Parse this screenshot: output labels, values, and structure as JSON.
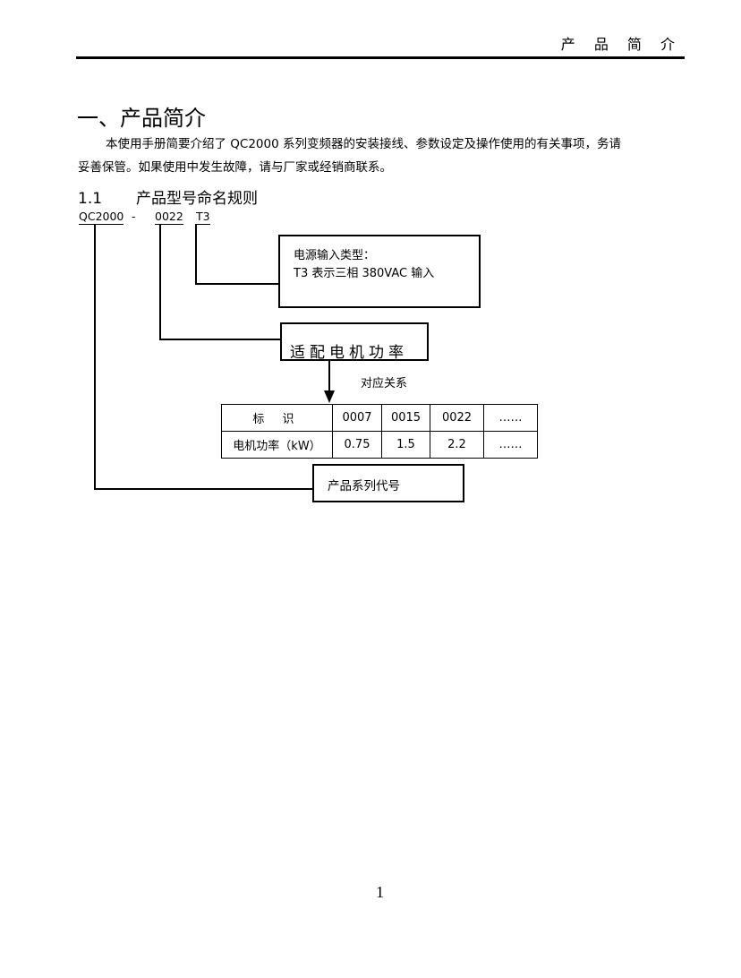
{
  "header": {
    "title": "产 品 简 介"
  },
  "section": {
    "title": "一、产品简介",
    "paragraph_line1": "本使用手册简要介绍了 QC2000 系列变频器的安装接线、参数设定及操作使用的有关事项，务请",
    "paragraph_line2": "妥善保管。如果使用中发生故障，请与厂家或经销商联系。"
  },
  "subsection": {
    "number": "1.1",
    "title": "产品型号命名规则"
  },
  "model": {
    "series": "QC2000",
    "dash": "-",
    "power_code": "0022",
    "input_code": "T3"
  },
  "diagram": {
    "input_box": {
      "line1": "电源输入类型：",
      "line2": "T3 表示三相 380VAC 输入"
    },
    "power_box": "适配电机功率",
    "relation_label": "对应关系",
    "series_box": "产品系列代号",
    "table": {
      "rows": [
        [
          "标 识",
          "0007",
          "0015",
          "0022",
          "……"
        ],
        [
          "电机功率（kW）",
          "0.75",
          "1.5",
          "2.2",
          "……"
        ]
      ]
    }
  },
  "footer": {
    "page_number": "1"
  }
}
